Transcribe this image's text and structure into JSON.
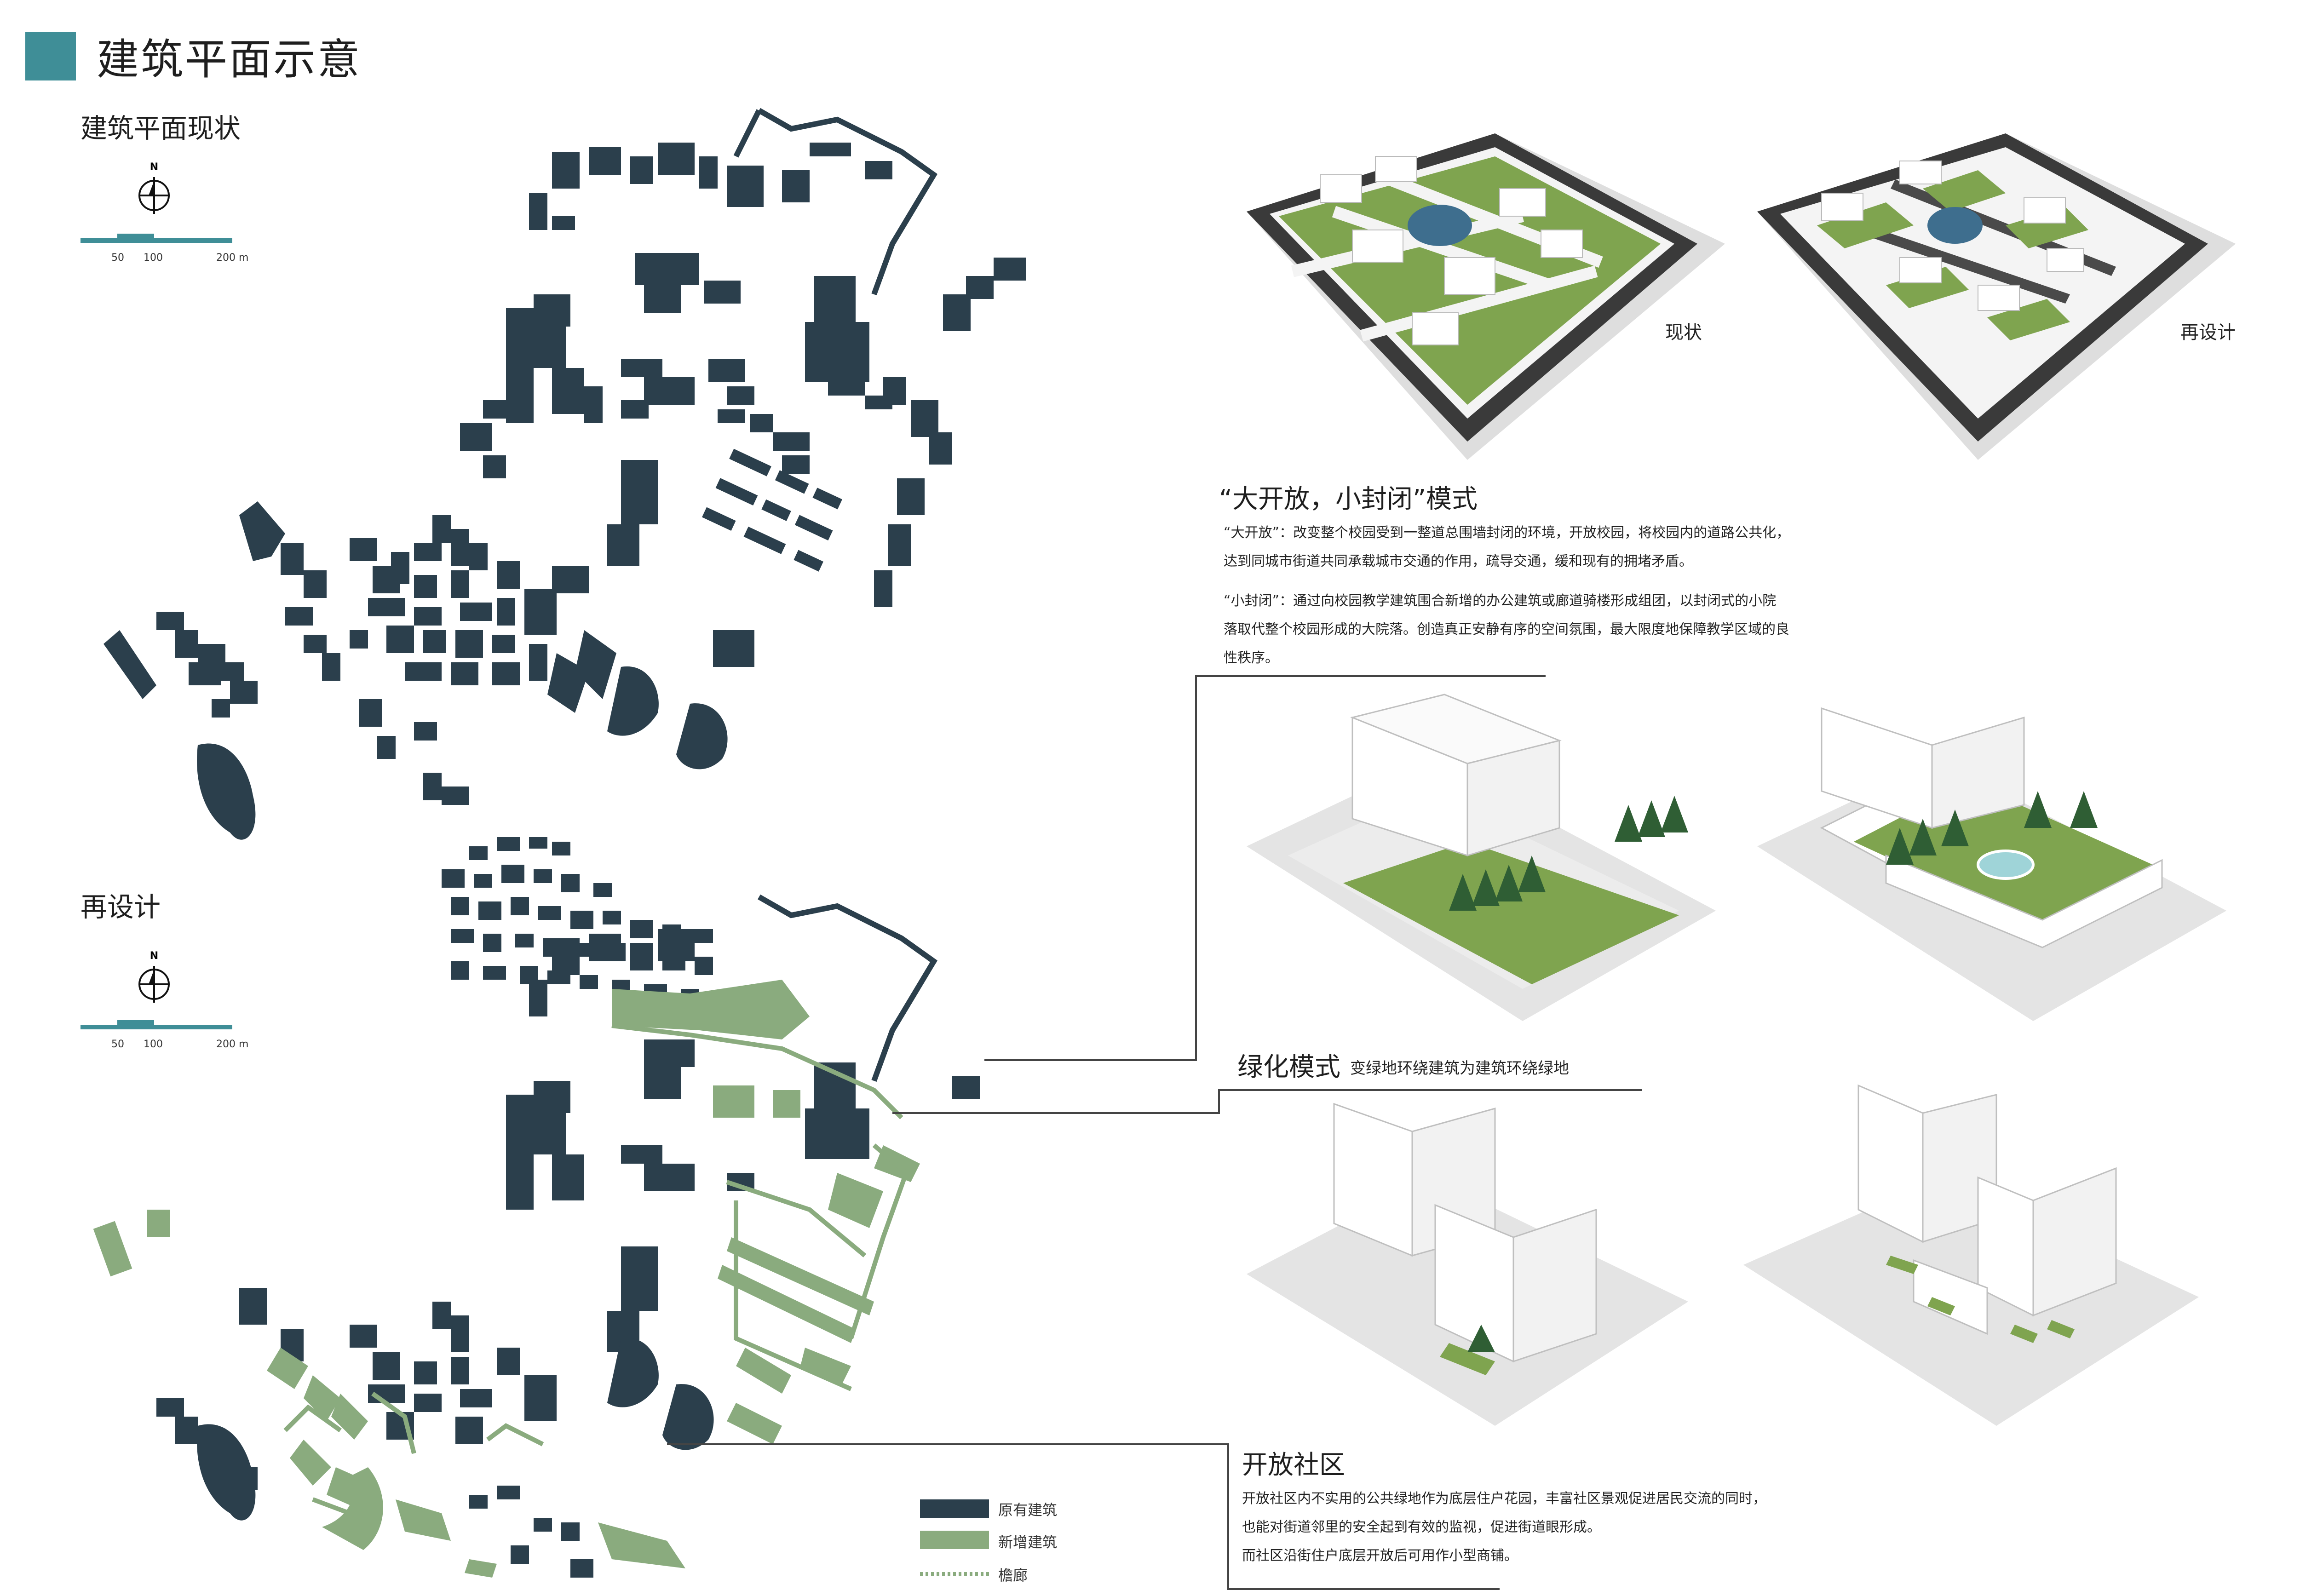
{
  "page_title": "建筑平面示意",
  "colors": {
    "accent": "#3f8e97",
    "existing_building": "#2b3f4c",
    "new_building": "#8aab7e",
    "grass": "#7fa44f",
    "water": "#3e6e8e",
    "road": "#3a3a3a"
  },
  "maps": {
    "current": {
      "label": "建筑平面现状"
    },
    "redesign": {
      "label": "再设计"
    },
    "compass": {
      "north_label": "N"
    },
    "scale": {
      "t50": "50",
      "t100": "100",
      "t200": "200 m"
    }
  },
  "block_diagrams": {
    "current_label": "现状",
    "redesign_label": "再设计"
  },
  "section_open_close": {
    "title": "“大开放，小封闭”模式",
    "para1_line1": "“大开放”：改变整个校园受到一整道总围墙封闭的环境，开放校园，将校园内的道路公共化，",
    "para1_line2": "达到同城市街道共同承载城市交通的作用，疏导交通，缓和现有的拥堵矛盾。",
    "para2_line1": "“小封闭”：通过向校园教学建筑围合新增的办公建筑或廊道骑楼形成组团，以封闭式的小院",
    "para2_line2": "落取代整个校园形成的大院落。创造真正安静有序的空间氛围，最大限度地保障教学区域的良",
    "para2_line3": "性秩序。"
  },
  "section_green": {
    "title": "绿化模式",
    "subtitle": "变绿地环绕建筑为建筑环绕绿地"
  },
  "section_community": {
    "title": "开放社区",
    "line1": "开放社区内不实用的公共绿地作为底层住户花园，丰富社区景观促进居民交流的同时，",
    "line2": "也能对街道邻里的安全起到有效的监视，促进街道眼形成。",
    "line3": "而社区沿街住户底层开放后可用作小型商铺。"
  },
  "legend": {
    "existing": "原有建筑",
    "new": "新增建筑",
    "corridor": "檐廊"
  }
}
